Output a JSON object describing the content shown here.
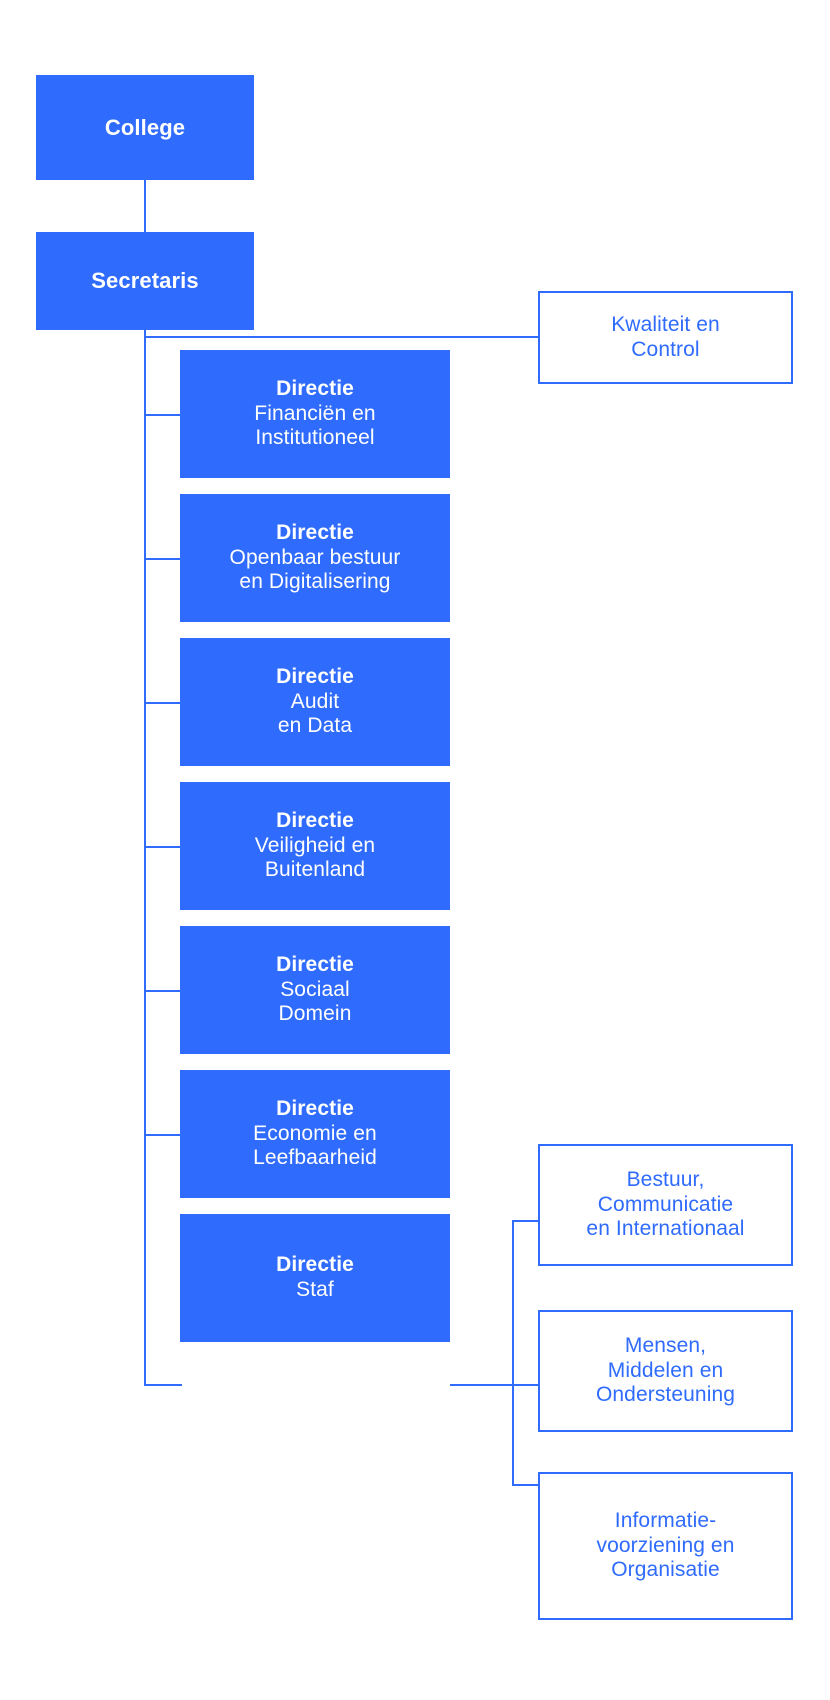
{
  "theme": {
    "accent": "#2f6bfc",
    "solid_text": "#ffffff",
    "outline_text": "#2f6bfc",
    "background": "#ffffff"
  },
  "org_chart": {
    "type": "organizational-hierarchy",
    "top": [
      {
        "id": "college",
        "label": "College",
        "style": "solid"
      },
      {
        "id": "secretaris",
        "label": "Secretaris",
        "style": "solid"
      }
    ],
    "staff_unit": {
      "id": "kwaliteit-en-control",
      "style": "outline",
      "lines": [
        "Kwaliteit en",
        "Control"
      ]
    },
    "directies": [
      {
        "id": "financien-en-institutioneel",
        "heading": "Directie",
        "lines": [
          "Financiën en",
          "Institutioneel"
        ]
      },
      {
        "id": "openbaar-bestuur-en-digitalisering",
        "heading": "Directie",
        "lines": [
          "Openbaar bestuur",
          "en Digitalisering"
        ]
      },
      {
        "id": "audit-en-data",
        "heading": "Directie",
        "lines": [
          "Audit",
          "en Data"
        ]
      },
      {
        "id": "veiligheid-en-buitenland",
        "heading": "Directie",
        "lines": [
          "Veiligheid en",
          "Buitenland"
        ]
      },
      {
        "id": "sociaal-domein",
        "heading": "Directie",
        "lines": [
          "Sociaal",
          "Domein"
        ]
      },
      {
        "id": "economie-en-leefbaarheid",
        "heading": "Directie",
        "lines": [
          "Economie en",
          "Leefbaarheid"
        ]
      },
      {
        "id": "staf",
        "heading": "Directie",
        "lines": [
          "Staf"
        ]
      }
    ],
    "staf_units": [
      {
        "id": "bestuur-communicatie-en-internationaal",
        "style": "outline",
        "lines": [
          "Bestuur,",
          "Communicatie",
          "en Internationaal"
        ]
      },
      {
        "id": "mensen-middelen-en-ondersteuning",
        "style": "outline",
        "lines": [
          "Mensen,",
          "Middelen en",
          "Ondersteuning"
        ]
      },
      {
        "id": "informatievoorziening-en-organisatie",
        "style": "outline",
        "lines": [
          "Informatie-",
          "voorziening en",
          "Organisatie"
        ]
      }
    ]
  }
}
